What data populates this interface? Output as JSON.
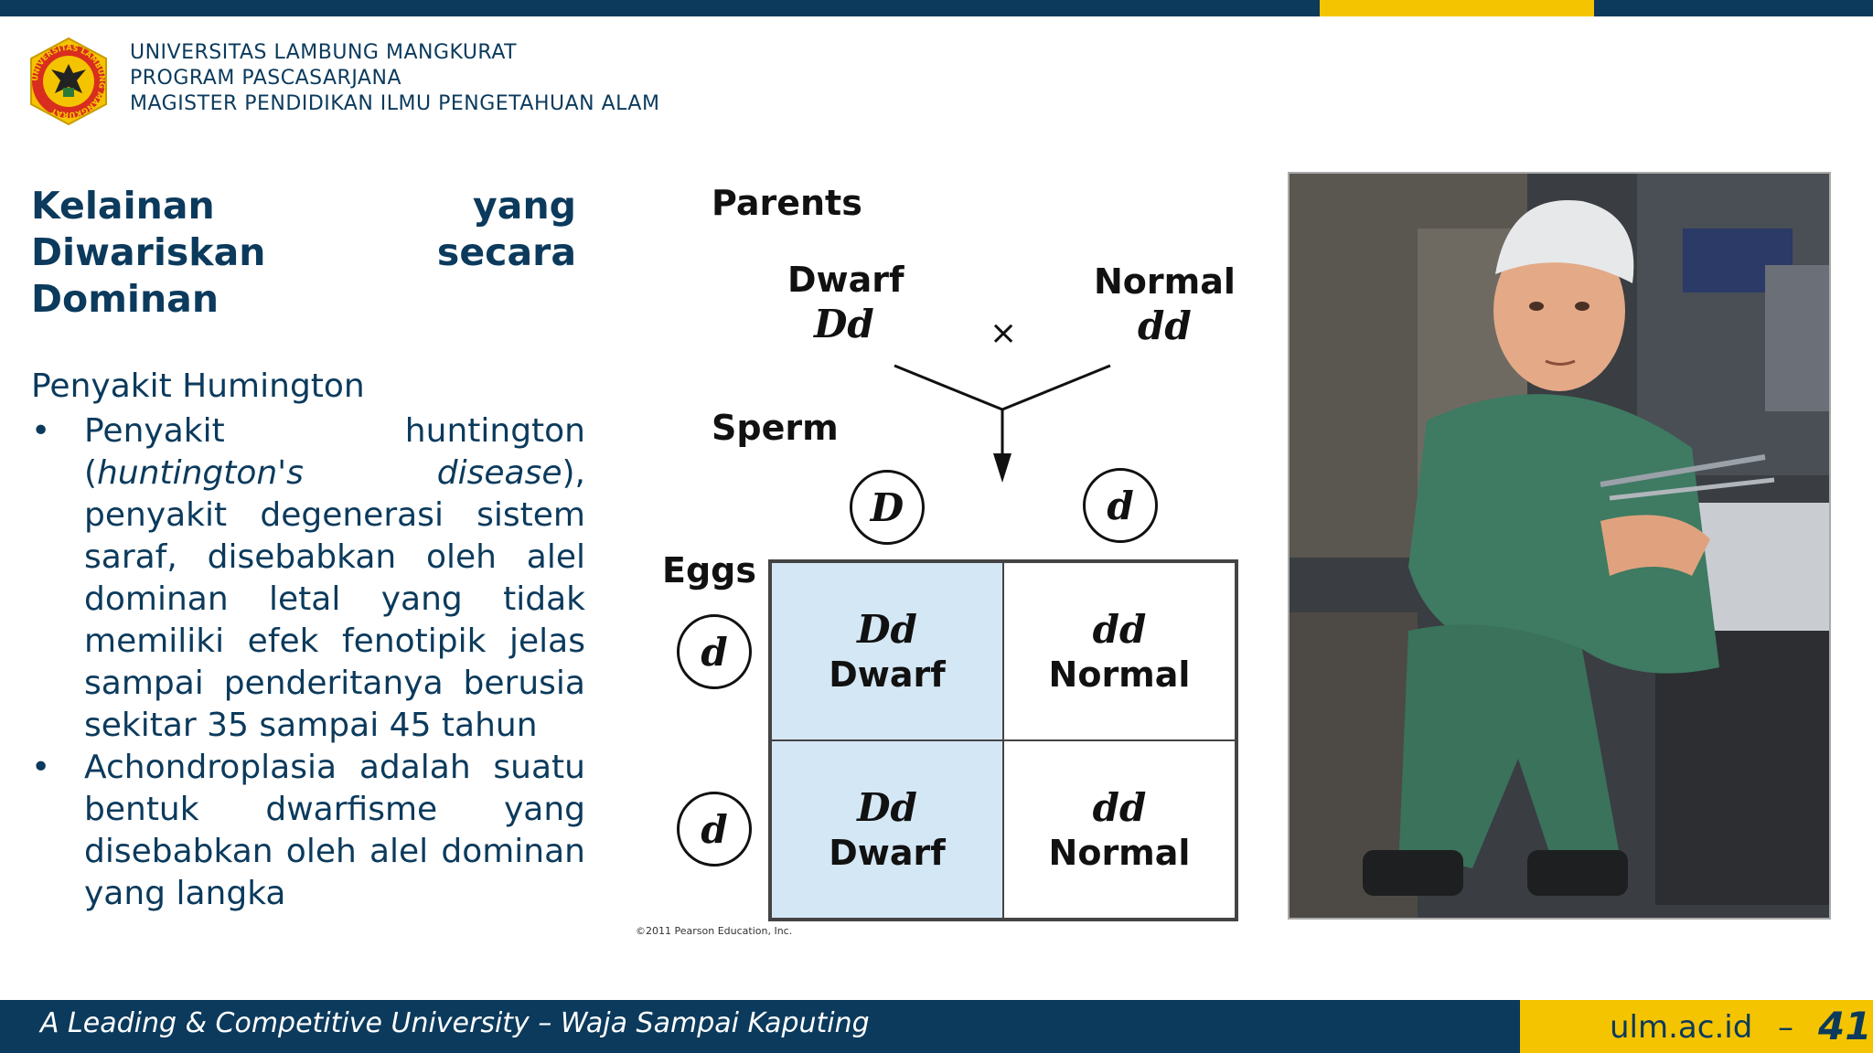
{
  "header": {
    "institution_lines": [
      "UNIVERSITAS LAMBUNG MANGKURAT",
      "PROGRAM PASCASARJANA",
      "MAGISTER PENDIDIKAN ILMU PENGETAHUAN ALAM"
    ],
    "logo_ring_text": "UNIVERSITAS LAMBUNG MANGKURAT"
  },
  "content": {
    "title": "Kelainan yang Diwariskan secara Dominan",
    "subheading": "Penyakit Humington",
    "bullet_symbol": "•",
    "bullet1": {
      "text_a": "Penyakit huntington (",
      "text_italic": "huntington's disease",
      "text_b": "), penyakit degenerasi sistem saraf, disebabkan oleh alel dominan letal yang tidak memiliki efek fenotipik jelas sampai penderitanya berusia sekitar 35 sampai 45 tahun"
    },
    "bullet2": "Achondroplasia adalah suatu bentuk dwarfisme yang disebabkan oleh alel dominan yang langka"
  },
  "diagram": {
    "parents_label": "Parents",
    "parent1_phenotype": "Dwarf",
    "parent1_genotype": "Dd",
    "cross_symbol": "×",
    "parent2_phenotype": "Normal",
    "parent2_genotype": "dd",
    "sperm_label": "Sperm",
    "sperm_alleles": [
      "D",
      "d"
    ],
    "eggs_label": "Eggs",
    "egg_alleles": [
      "d",
      "d"
    ],
    "cells": [
      {
        "genotype": "Dd",
        "phenotype": "Dwarf"
      },
      {
        "genotype": "dd",
        "phenotype": "Normal"
      },
      {
        "genotype": "Dd",
        "phenotype": "Dwarf"
      },
      {
        "genotype": "dd",
        "phenotype": "Normal"
      }
    ],
    "copyright": "©2011 Pearson Education, Inc."
  },
  "footer": {
    "tagline": "A Leading & Competitive University – Waja Sampai Kaputing",
    "website": "ulm.ac.id",
    "separator": "–",
    "page_number": "41"
  },
  "colors": {
    "primary_navy": "#0b3a5c",
    "accent_yellow": "#f5c400",
    "punnett_shade": "#d4e7f5"
  }
}
